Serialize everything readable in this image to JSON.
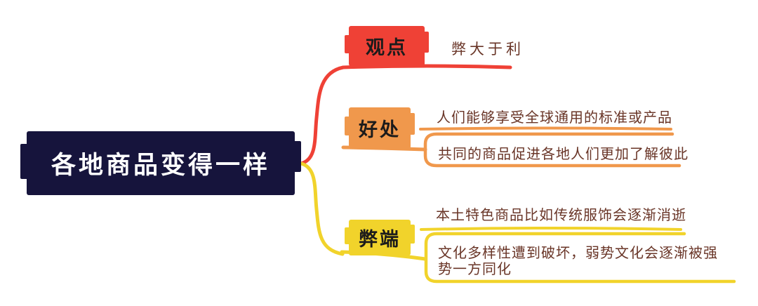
{
  "diagram": {
    "type": "mindmap",
    "background": "#ffffff",
    "node_label_color": "#1c1b1b",
    "child_text_color": "#693527",
    "central": {
      "label": "各地商品变得一样",
      "bg_color": "#16143c",
      "text_color": "#ffffff"
    },
    "branches": [
      {
        "id": "viewpoint",
        "label": "观点",
        "color": "#ef4136",
        "children": [
          "弊大于利"
        ]
      },
      {
        "id": "benefits",
        "label": "好处",
        "color": "#f0984c",
        "children": [
          "人们能够享受全球通用的标准或产品",
          "共同的商品促进各地人们更加了解彼此"
        ]
      },
      {
        "id": "drawbacks",
        "label": "弊端",
        "color": "#f1d32b",
        "children": [
          "本土特色商品比如传统服饰会逐渐消逝",
          "文化多样性遭到破坏，弱势文化会逐渐被强势一方同化"
        ]
      }
    ]
  }
}
